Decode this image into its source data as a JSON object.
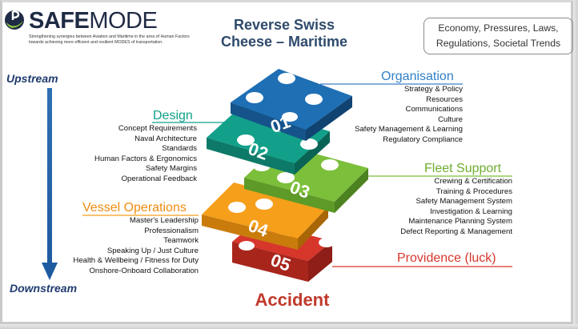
{
  "logo": {
    "name_bold": "SAFE",
    "name_thin": "MODE",
    "tagline": "Strengthening synergies between Aviation and Maritime in the area of Human Factors towards achieving more efficient and resilient MODES of transportation."
  },
  "title": {
    "line1": "Reverse Swiss",
    "line2": "Cheese – Maritime"
  },
  "trends_box": "Economy, Pressures, Laws, Regulations, Societal Trends",
  "flow": {
    "top": "Upstream",
    "bottom": "Downstream"
  },
  "layers": [
    {
      "number": "01",
      "name": "Organisation",
      "color": "#1f6fb5",
      "items": [
        "Strategy & Policy",
        "Resources",
        "Communications",
        "Culture",
        "Safety Management & Learning",
        "Regulatory Compliance"
      ]
    },
    {
      "number": "02",
      "name": "Design",
      "color": "#12a08a",
      "items": [
        "Concept Requirements",
        "Naval Architecture",
        "Standards",
        "Human Factors & Ergonomics",
        "Safety Margins",
        "Operational Feedback"
      ]
    },
    {
      "number": "03",
      "name": "Fleet Support",
      "color": "#7cbf3a",
      "items": [
        "Crewing & Certification",
        "Training & Procedures",
        "Safety Management System",
        "Investigation & Learning",
        "Maintenance Planning System",
        "Defect Reporting & Management"
      ]
    },
    {
      "number": "04",
      "name": "Vessel Operations",
      "color": "#f59f1b",
      "items": [
        "Master's Leadership",
        "Professionalism",
        "Teamwork",
        "Speaking Up / Just Culture",
        "Health & Wellbeing / Fitness for Duty",
        "Onshore-Onboard Collaboration"
      ]
    },
    {
      "number": "05",
      "name": "Providence (luck)",
      "color": "#d7362b",
      "items": []
    }
  ],
  "outcome": "Accident"
}
